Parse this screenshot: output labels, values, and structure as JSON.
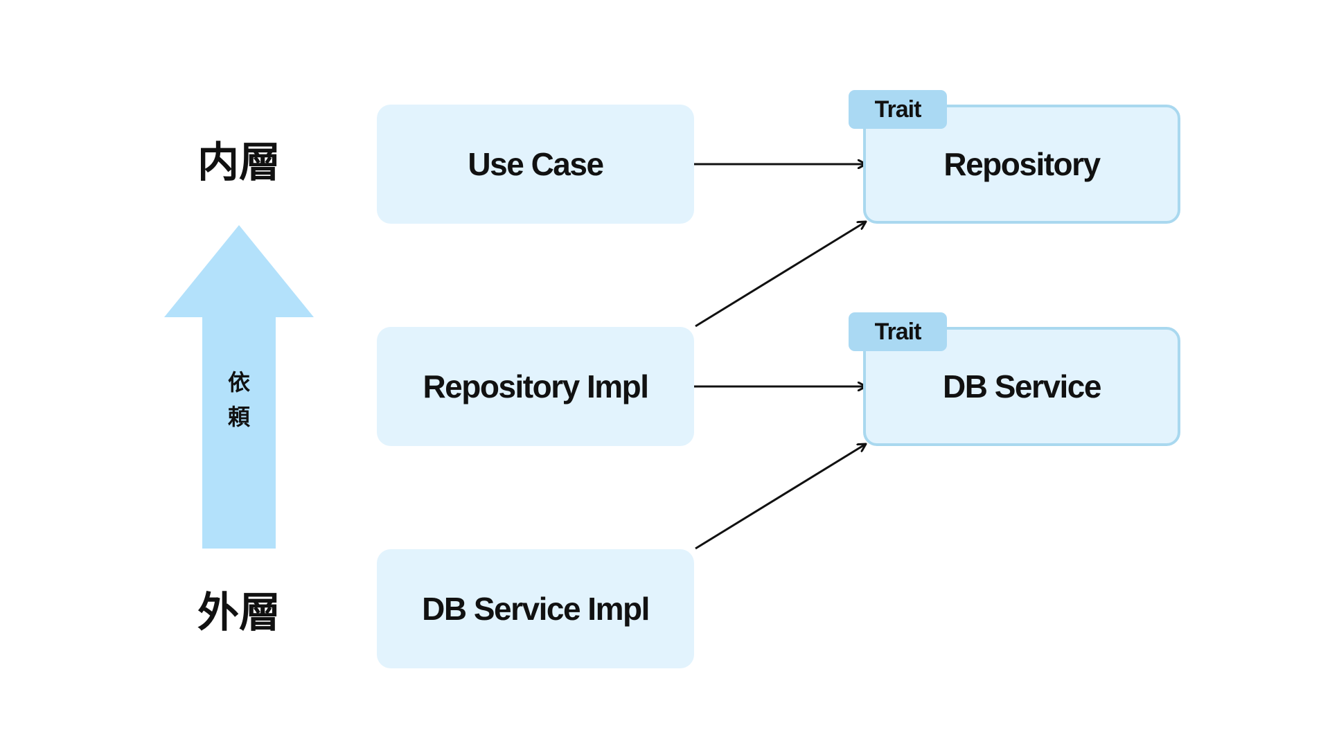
{
  "layers": {
    "inner": "内層",
    "outer": "外層"
  },
  "dependency_label": [
    "依",
    "頼"
  ],
  "implementations": [
    {
      "label": "Use Case"
    },
    {
      "label": "Repository Impl"
    },
    {
      "label": "DB Service Impl"
    }
  ],
  "traits": [
    {
      "tag": "Trait",
      "label": "Repository"
    },
    {
      "tag": "Trait",
      "label": "DB Service"
    }
  ],
  "colors": {
    "box_fill": "#e2f3fd",
    "trait_border": "#a9d8ef",
    "trait_tag_fill": "#aad9f3",
    "up_arrow_fill": "#b3e1fb",
    "text": "#111111",
    "arrow_line": "#111111"
  }
}
